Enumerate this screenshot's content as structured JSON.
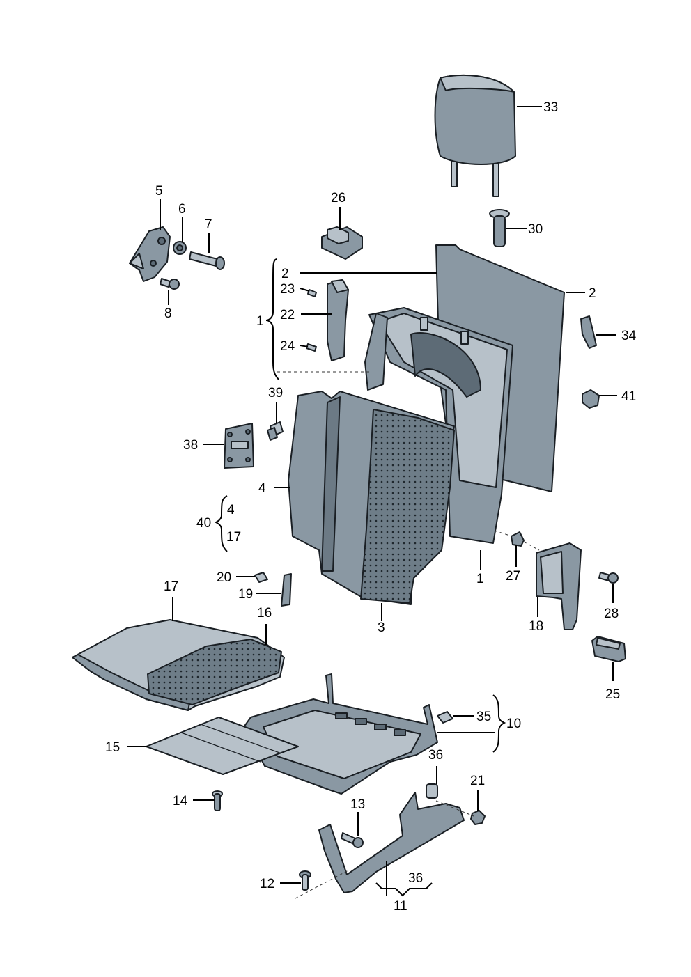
{
  "labels": [
    {
      "id": "33",
      "text": "33"
    },
    {
      "id": "30",
      "text": "30"
    },
    {
      "id": "26",
      "text": "26"
    },
    {
      "id": "5",
      "text": "5"
    },
    {
      "id": "6",
      "text": "6"
    },
    {
      "id": "7",
      "text": "7"
    },
    {
      "id": "8",
      "text": "8"
    },
    {
      "id": "2a",
      "text": "2"
    },
    {
      "id": "2b",
      "text": "2"
    },
    {
      "id": "23",
      "text": "23"
    },
    {
      "id": "1a",
      "text": "1"
    },
    {
      "id": "22",
      "text": "22"
    },
    {
      "id": "24",
      "text": "24"
    },
    {
      "id": "34",
      "text": "34"
    },
    {
      "id": "39",
      "text": "39"
    },
    {
      "id": "41",
      "text": "41"
    },
    {
      "id": "38",
      "text": "38"
    },
    {
      "id": "4a",
      "text": "4"
    },
    {
      "id": "40",
      "text": "40"
    },
    {
      "id": "4b",
      "text": "4"
    },
    {
      "id": "17a",
      "text": "17"
    },
    {
      "id": "20",
      "text": "20"
    },
    {
      "id": "19",
      "text": "19"
    },
    {
      "id": "1b",
      "text": "1"
    },
    {
      "id": "27",
      "text": "27"
    },
    {
      "id": "28",
      "text": "28"
    },
    {
      "id": "17b",
      "text": "17"
    },
    {
      "id": "16",
      "text": "16"
    },
    {
      "id": "3",
      "text": "3"
    },
    {
      "id": "18",
      "text": "18"
    },
    {
      "id": "25",
      "text": "25"
    },
    {
      "id": "35",
      "text": "35"
    },
    {
      "id": "10",
      "text": "10"
    },
    {
      "id": "15",
      "text": "15"
    },
    {
      "id": "36a",
      "text": "36"
    },
    {
      "id": "21",
      "text": "21"
    },
    {
      "id": "14",
      "text": "14"
    },
    {
      "id": "13",
      "text": "13"
    },
    {
      "id": "12",
      "text": "12"
    },
    {
      "id": "36b",
      "text": "36"
    },
    {
      "id": "11",
      "text": "11"
    }
  ]
}
